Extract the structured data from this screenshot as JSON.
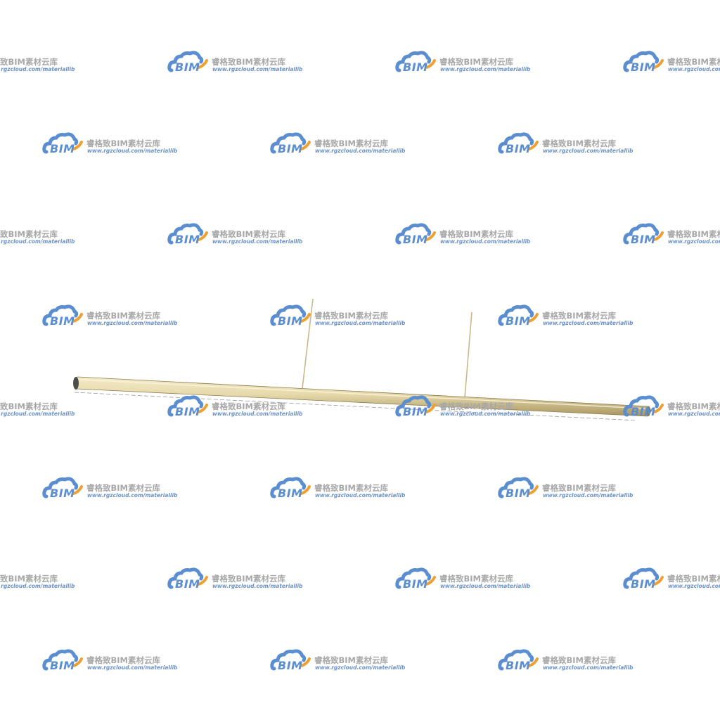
{
  "watermark": {
    "logo_text": "BIM",
    "brand_text": "睿格致BIM素材云库",
    "url_text": "www.rgzcloud.com/materiallib",
    "cloud_color": "#5b8ed0",
    "swoosh_color": "#f0a030",
    "brand_color": "#a8a8a8"
  },
  "model": {
    "tube_color": "#e8dcb0",
    "tube_shadow_color": "#b8a470",
    "rod_color": "#c9b98a"
  }
}
